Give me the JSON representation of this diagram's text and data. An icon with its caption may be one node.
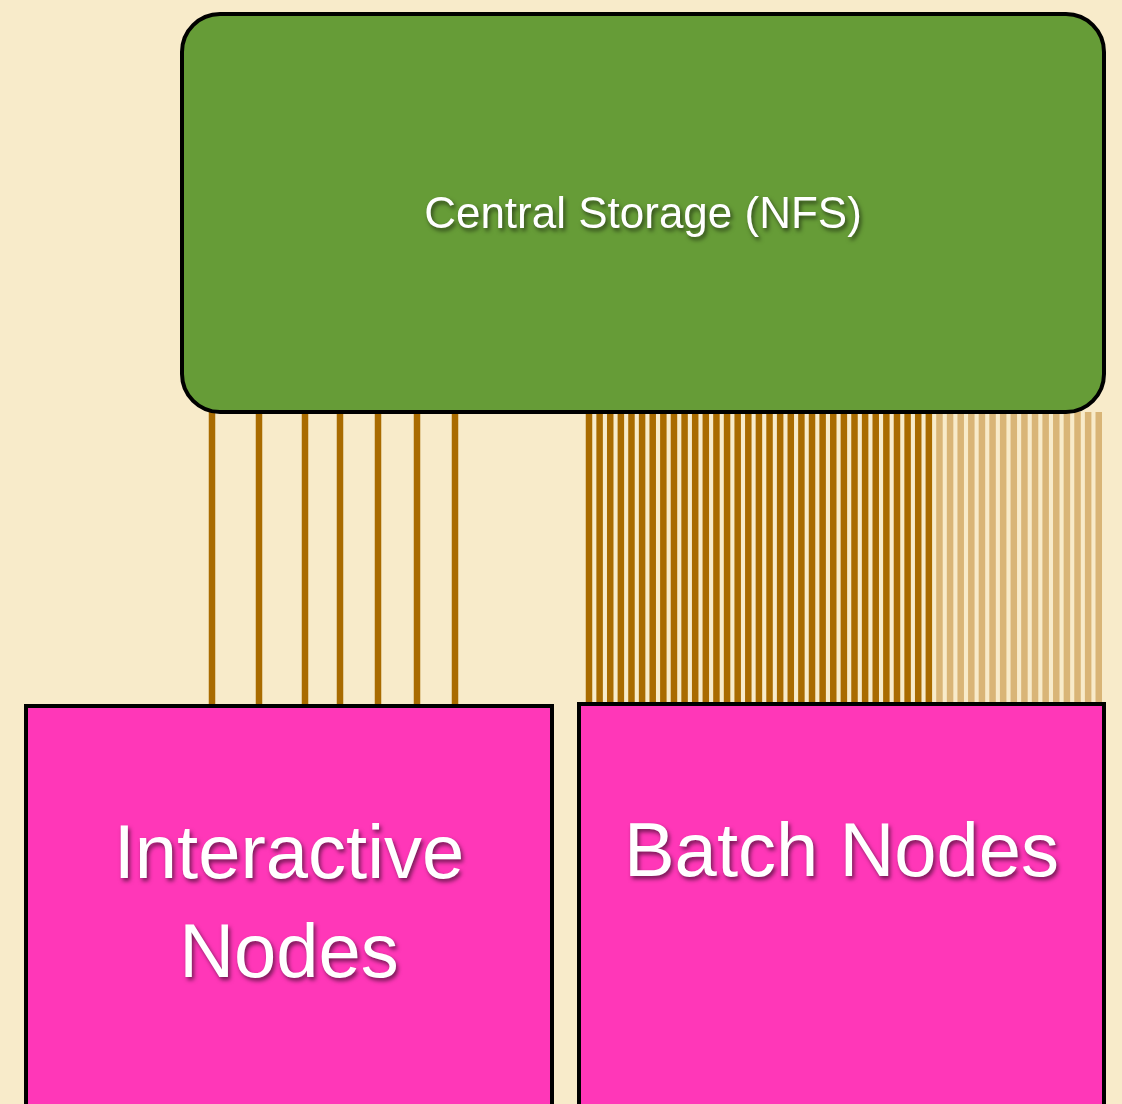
{
  "diagram": {
    "nodes": [
      {
        "text": [
          "Central Storage (NFS)"
        ]
      },
      {
        "text": [
          "Interactive Nodes"
        ]
      },
      {
        "text": [
          "Batch Nodes"
        ]
      }
    ],
    "edges": [
      {
        "from": 0,
        "to": 1,
        "arrow": "none"
      },
      {
        "from": 0,
        "to": 1,
        "arrow": "none"
      },
      {
        "from": 0,
        "to": 1,
        "arrow": "none"
      },
      {
        "from": 0,
        "to": 1,
        "arrow": "none"
      },
      {
        "from": 0,
        "to": 1,
        "arrow": "none"
      },
      {
        "from": 0,
        "to": 1,
        "arrow": "none"
      },
      {
        "from": 0,
        "to": 1,
        "arrow": "none"
      },
      {
        "from": 0,
        "to": 2,
        "arrow": "none"
      },
      {
        "from": 0,
        "to": 2,
        "arrow": "none"
      },
      {
        "from": 0,
        "to": 2,
        "arrow": "none"
      },
      {
        "from": 0,
        "to": 2,
        "arrow": "none"
      },
      {
        "from": 0,
        "to": 2,
        "arrow": "none"
      },
      {
        "from": 0,
        "to": 2,
        "arrow": "none"
      },
      {
        "from": 0,
        "to": 2,
        "arrow": "none"
      },
      {
        "from": 0,
        "to": 2,
        "arrow": "none"
      },
      {
        "from": 0,
        "to": 2,
        "arrow": "none"
      },
      {
        "from": 0,
        "to": 2,
        "arrow": "none"
      },
      {
        "from": 0,
        "to": 2,
        "arrow": "none"
      },
      {
        "from": 0,
        "to": 2,
        "arrow": "none"
      },
      {
        "from": 0,
        "to": 2,
        "arrow": "none"
      },
      {
        "from": 0,
        "to": 2,
        "arrow": "none"
      },
      {
        "from": 0,
        "to": 2,
        "arrow": "none"
      },
      {
        "from": 0,
        "to": 2,
        "arrow": "none"
      },
      {
        "from": 0,
        "to": 2,
        "arrow": "none"
      },
      {
        "from": 0,
        "to": 2,
        "arrow": "none"
      },
      {
        "from": 0,
        "to": 2,
        "arrow": "none"
      },
      {
        "from": 0,
        "to": 2,
        "arrow": "none"
      },
      {
        "from": 0,
        "to": 2,
        "arrow": "none"
      },
      {
        "from": 0,
        "to": 2,
        "arrow": "none"
      },
      {
        "from": 0,
        "to": 2,
        "arrow": "none"
      },
      {
        "from": 0,
        "to": 2,
        "arrow": "none"
      },
      {
        "from": 0,
        "to": 2,
        "arrow": "none"
      },
      {
        "from": 0,
        "to": 2,
        "arrow": "none"
      },
      {
        "from": 0,
        "to": 2,
        "arrow": "none"
      },
      {
        "from": 0,
        "to": 2,
        "arrow": "none"
      },
      {
        "from": 0,
        "to": 2,
        "arrow": "none"
      },
      {
        "from": 0,
        "to": 2,
        "arrow": "none"
      },
      {
        "from": 0,
        "to": 2,
        "arrow": "none"
      },
      {
        "from": 0,
        "to": 2,
        "arrow": "none"
      },
      {
        "from": 0,
        "to": 2,
        "arrow": "none"
      },
      {
        "from": 0,
        "to": 2,
        "arrow": "none",
        "color": "#d9b577"
      },
      {
        "from": 0,
        "to": 2,
        "arrow": "none",
        "color": "#d9b577"
      },
      {
        "from": 0,
        "to": 2,
        "arrow": "none",
        "color": "#d9b577"
      },
      {
        "from": 0,
        "to": 2,
        "arrow": "none",
        "color": "#d9b577"
      },
      {
        "from": 0,
        "to": 2,
        "arrow": "none",
        "color": "#d9b577"
      },
      {
        "from": 0,
        "to": 2,
        "arrow": "none",
        "color": "#d9b577"
      },
      {
        "from": 0,
        "to": 2,
        "arrow": "none",
        "color": "#d9b577"
      },
      {
        "from": 0,
        "to": 2,
        "arrow": "none",
        "color": "#d9b577"
      },
      {
        "from": 0,
        "to": 2,
        "arrow": "none",
        "color": "#d9b577"
      },
      {
        "from": 0,
        "to": 2,
        "arrow": "none",
        "color": "#d9b577"
      },
      {
        "from": 0,
        "to": 2,
        "arrow": "none",
        "color": "#d9b577"
      },
      {
        "from": 0,
        "to": 2,
        "arrow": "none",
        "color": "#d9b577"
      },
      {
        "from": 0,
        "to": 2,
        "arrow": "none",
        "color": "#d9b577"
      },
      {
        "from": 0,
        "to": 2,
        "arrow": "none",
        "color": "#d9b577"
      },
      {
        "from": 0,
        "to": 2,
        "arrow": "none",
        "color": "#d9b577"
      },
      {
        "from": 0,
        "to": 2,
        "arrow": "none",
        "color": "#d9b577"
      }
    ]
  }
}
